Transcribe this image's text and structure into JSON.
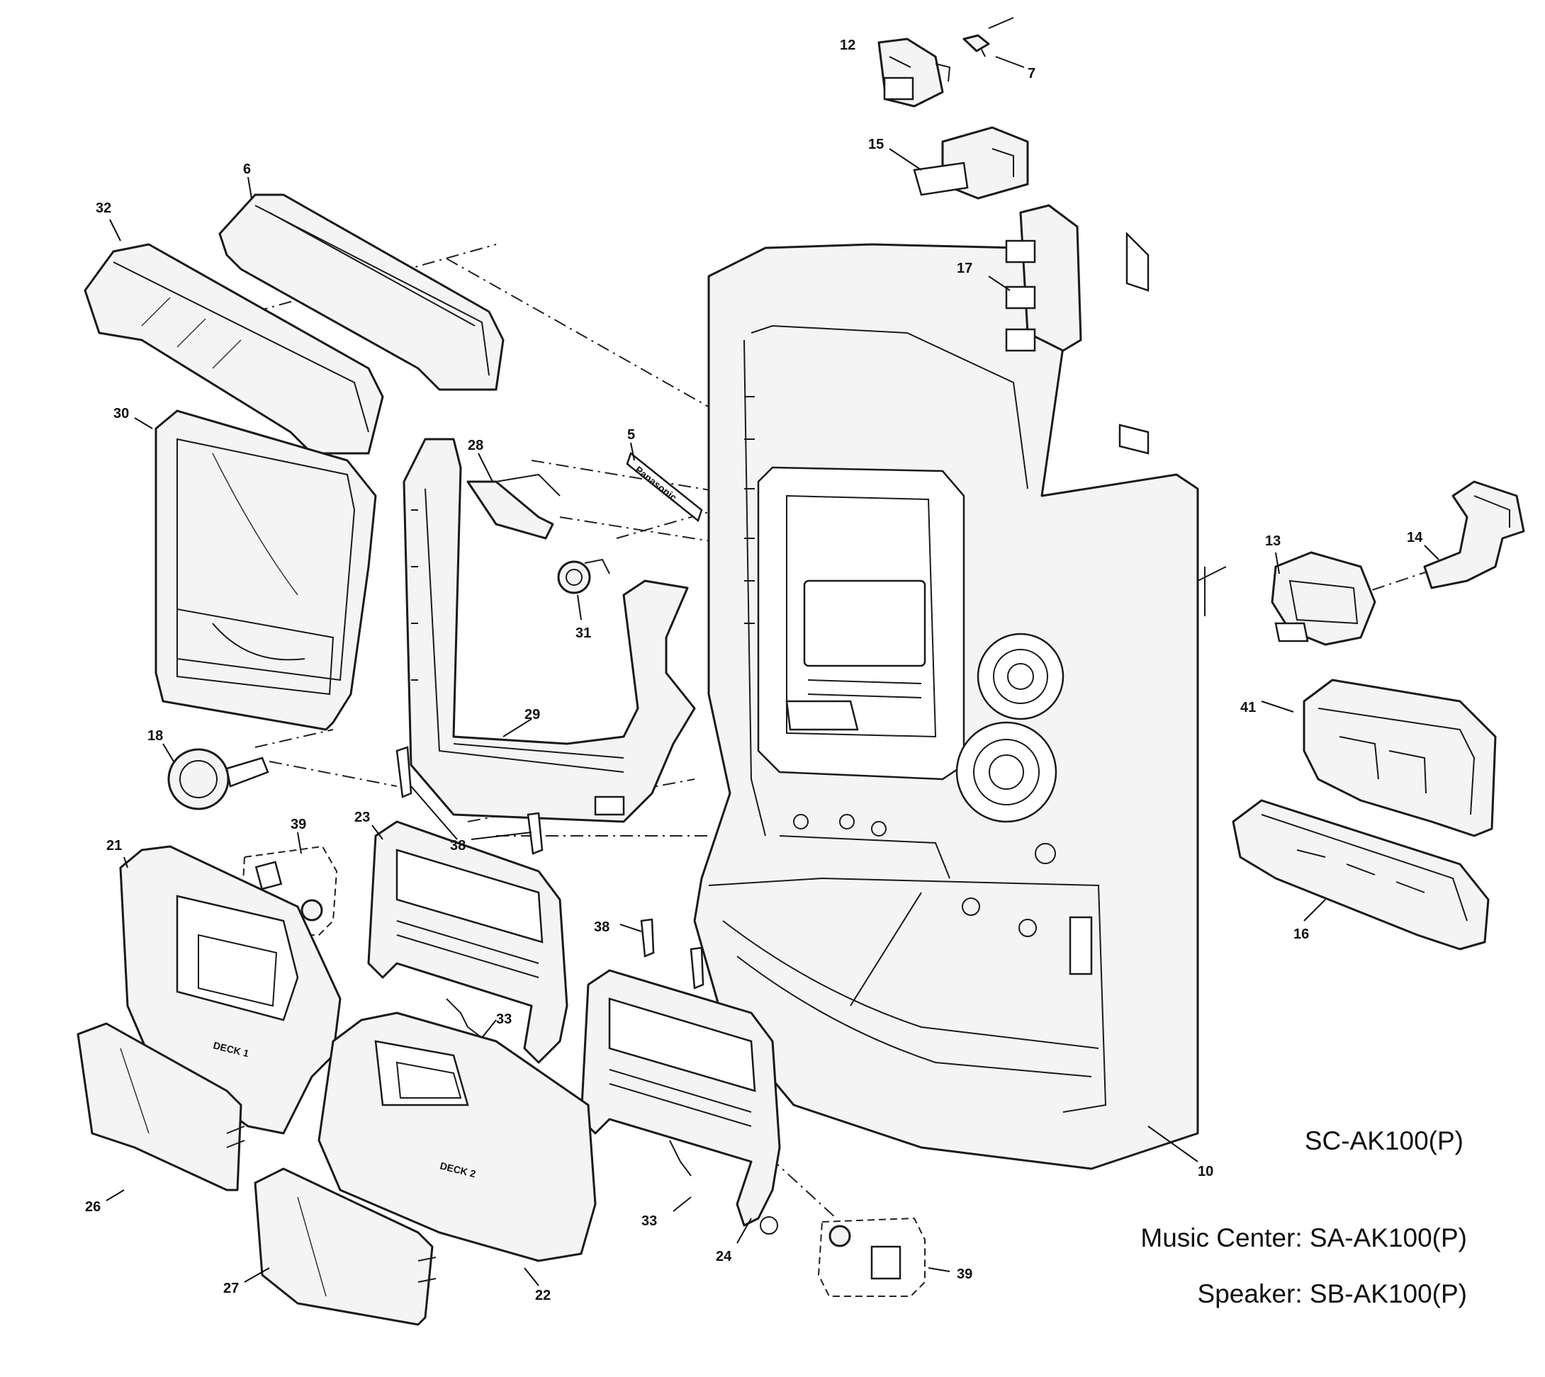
{
  "model_labels": {
    "system": "SC-AK100(P)",
    "music_center": "Music Center: SA-AK100(P)",
    "speaker": "Speaker: SB-AK100(P)"
  },
  "callouts": [
    "5",
    "6",
    "7",
    "10",
    "12",
    "13",
    "14",
    "15",
    "16",
    "17",
    "18",
    "21",
    "22",
    "23",
    "24",
    "26",
    "27",
    "28",
    "29",
    "30",
    "31",
    "32",
    "33",
    "33",
    "38",
    "38",
    "39",
    "39",
    "41"
  ],
  "panel_markings": {
    "deck1": "DECK 1",
    "deck2": "DECK 2",
    "brand": "Panasonic"
  }
}
